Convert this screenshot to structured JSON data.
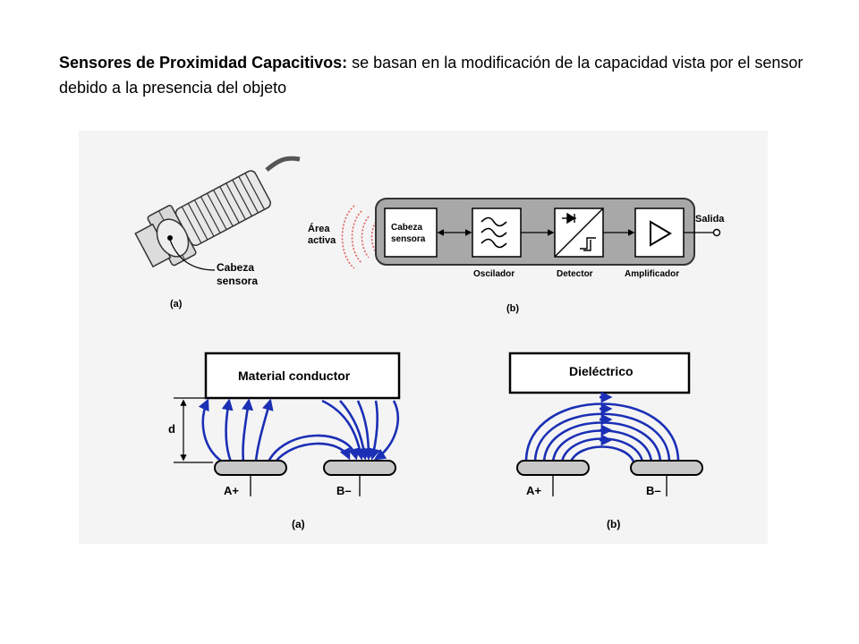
{
  "heading": {
    "bold_part": "Sensores de Proximidad Capacitivos:",
    "rest": " se basan en la modificación de la capacidad vista por el sensor debido a la presencia del objeto"
  },
  "sensor_photo": {
    "head_label_line1": "Cabeza",
    "head_label_line2": "sensora",
    "caption": "(a)"
  },
  "block_diagram": {
    "area_label_line1": "Área",
    "area_label_line2": "activa",
    "head_block_line1": "Cabeza",
    "head_block_line2": "sensora",
    "oscillator_label": "Oscilador",
    "detector_label": "Detector",
    "amplifier_label": "Amplificador",
    "output_label": "Salida",
    "caption": "(b)"
  },
  "field_conductor": {
    "plate_label": "Material conductor",
    "distance_label": "d",
    "electrode_a": "A+",
    "electrode_b": "B–",
    "caption": "(a)"
  },
  "field_dielectric": {
    "plate_label": "Dieléctrico",
    "electrode_a": "A+",
    "electrode_b": "B–",
    "caption": "(b)"
  },
  "colors": {
    "field_line": "#1a2fb5",
    "block_bg": "#a8a8a8",
    "dots": "#e06060"
  }
}
